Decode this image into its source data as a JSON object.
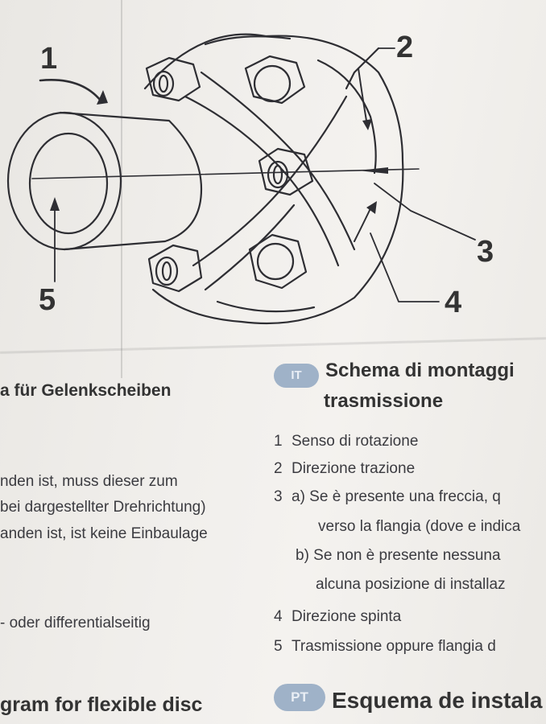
{
  "diagram": {
    "callouts": [
      "1",
      "2",
      "3",
      "4",
      "5"
    ]
  },
  "german": {
    "heading": "a für Gelenkscheiben",
    "lines": [
      "nden ist, muss dieser zum",
      "bei dargestellter Drehrichtung)",
      "anden ist, ist keine Einbaulage",
      "- oder differentialseitig"
    ]
  },
  "italian": {
    "badge": "IT",
    "heading_line1": "Schema di montaggi",
    "heading_line2": "trasmissione",
    "items": [
      {
        "num": "1",
        "text": "Senso di rotazione"
      },
      {
        "num": "2",
        "text": "Direzione trazione"
      },
      {
        "num": "3",
        "text": "a) Se è presente una freccia, q"
      },
      {
        "num": "",
        "text": "verso la flangia (dove e indica"
      },
      {
        "num": "",
        "text": "b) Se non è presente nessuna"
      },
      {
        "num": "",
        "text": "alcuna posizione di installaz"
      },
      {
        "num": "4",
        "text": "Direzione spinta"
      },
      {
        "num": "5",
        "text": "Trasmissione oppure flangia d"
      }
    ]
  },
  "english": {
    "heading": "gram for flexible disc"
  },
  "portuguese": {
    "badge": "PT",
    "heading": "Esquema de instala"
  },
  "colors": {
    "paper": "#efedea",
    "ink": "#3a3a3e",
    "badge": "#9fb2c8"
  }
}
